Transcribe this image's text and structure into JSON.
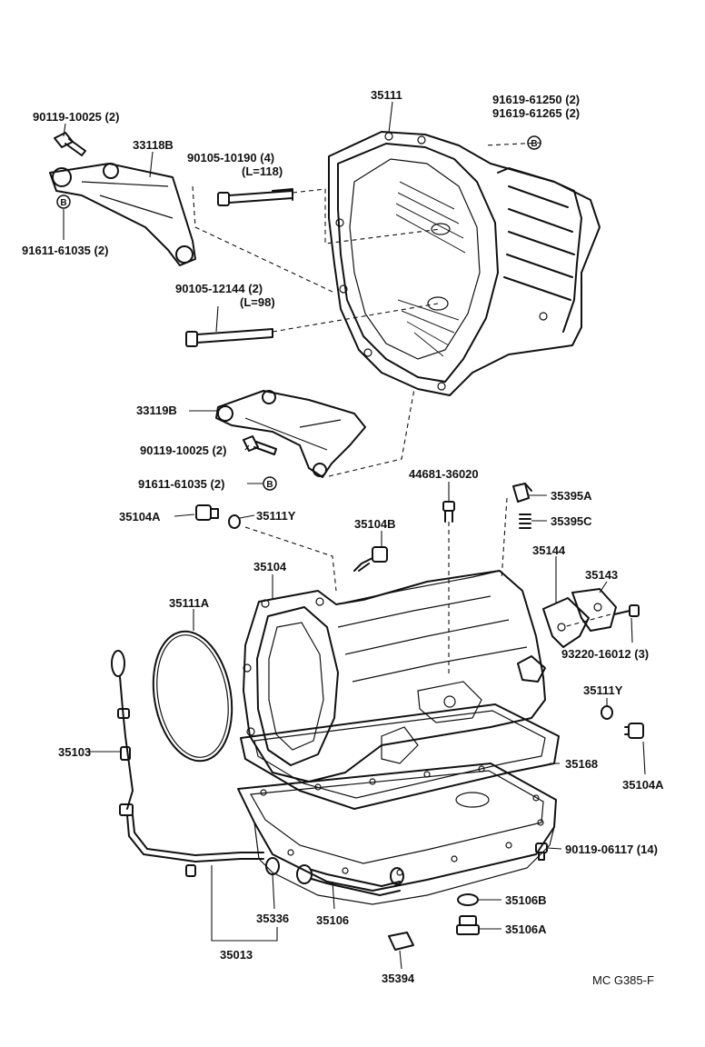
{
  "labels": {
    "p35111": "35111",
    "p91619a": "91619-61250 (2)",
    "p91619b": "91619-61265 (2)",
    "p90119top": "90119-10025 (2)",
    "p33118b": "33118B",
    "p90105a": "90105-10190 (4)",
    "p90105a_len": "(L=118)",
    "p91611top": "91611-61035 (2)",
    "p90105b": "90105-12144 (2)",
    "p90105b_len": "(L=98)",
    "p33119b": "33119B",
    "p90119mid": "90119-10025 (2)",
    "p91611mid": "91611-61035 (2)",
    "p44681": "44681-36020",
    "p35395a": "35395A",
    "p35395c": "35395C",
    "p35104a_top": "35104A",
    "p35111y_top": "35111Y",
    "p35104b": "35104B",
    "p35144": "35144",
    "p35143": "35143",
    "p35104": "35104",
    "p35111a": "35111A",
    "p93220": "93220-16012 (3)",
    "p35111y_right": "35111Y",
    "p35103": "35103",
    "p35168": "35168",
    "p35104a_right": "35104A",
    "p90119bot": "90119-06117 (14)",
    "p35106b": "35106B",
    "p35106a": "35106A",
    "p35336": "35336",
    "p35106": "35106",
    "p35013": "35013",
    "p35394": "35394",
    "drawing_code": "MC G385-F"
  },
  "markers": {
    "b1": "B",
    "b2": "B",
    "b3": "B"
  }
}
